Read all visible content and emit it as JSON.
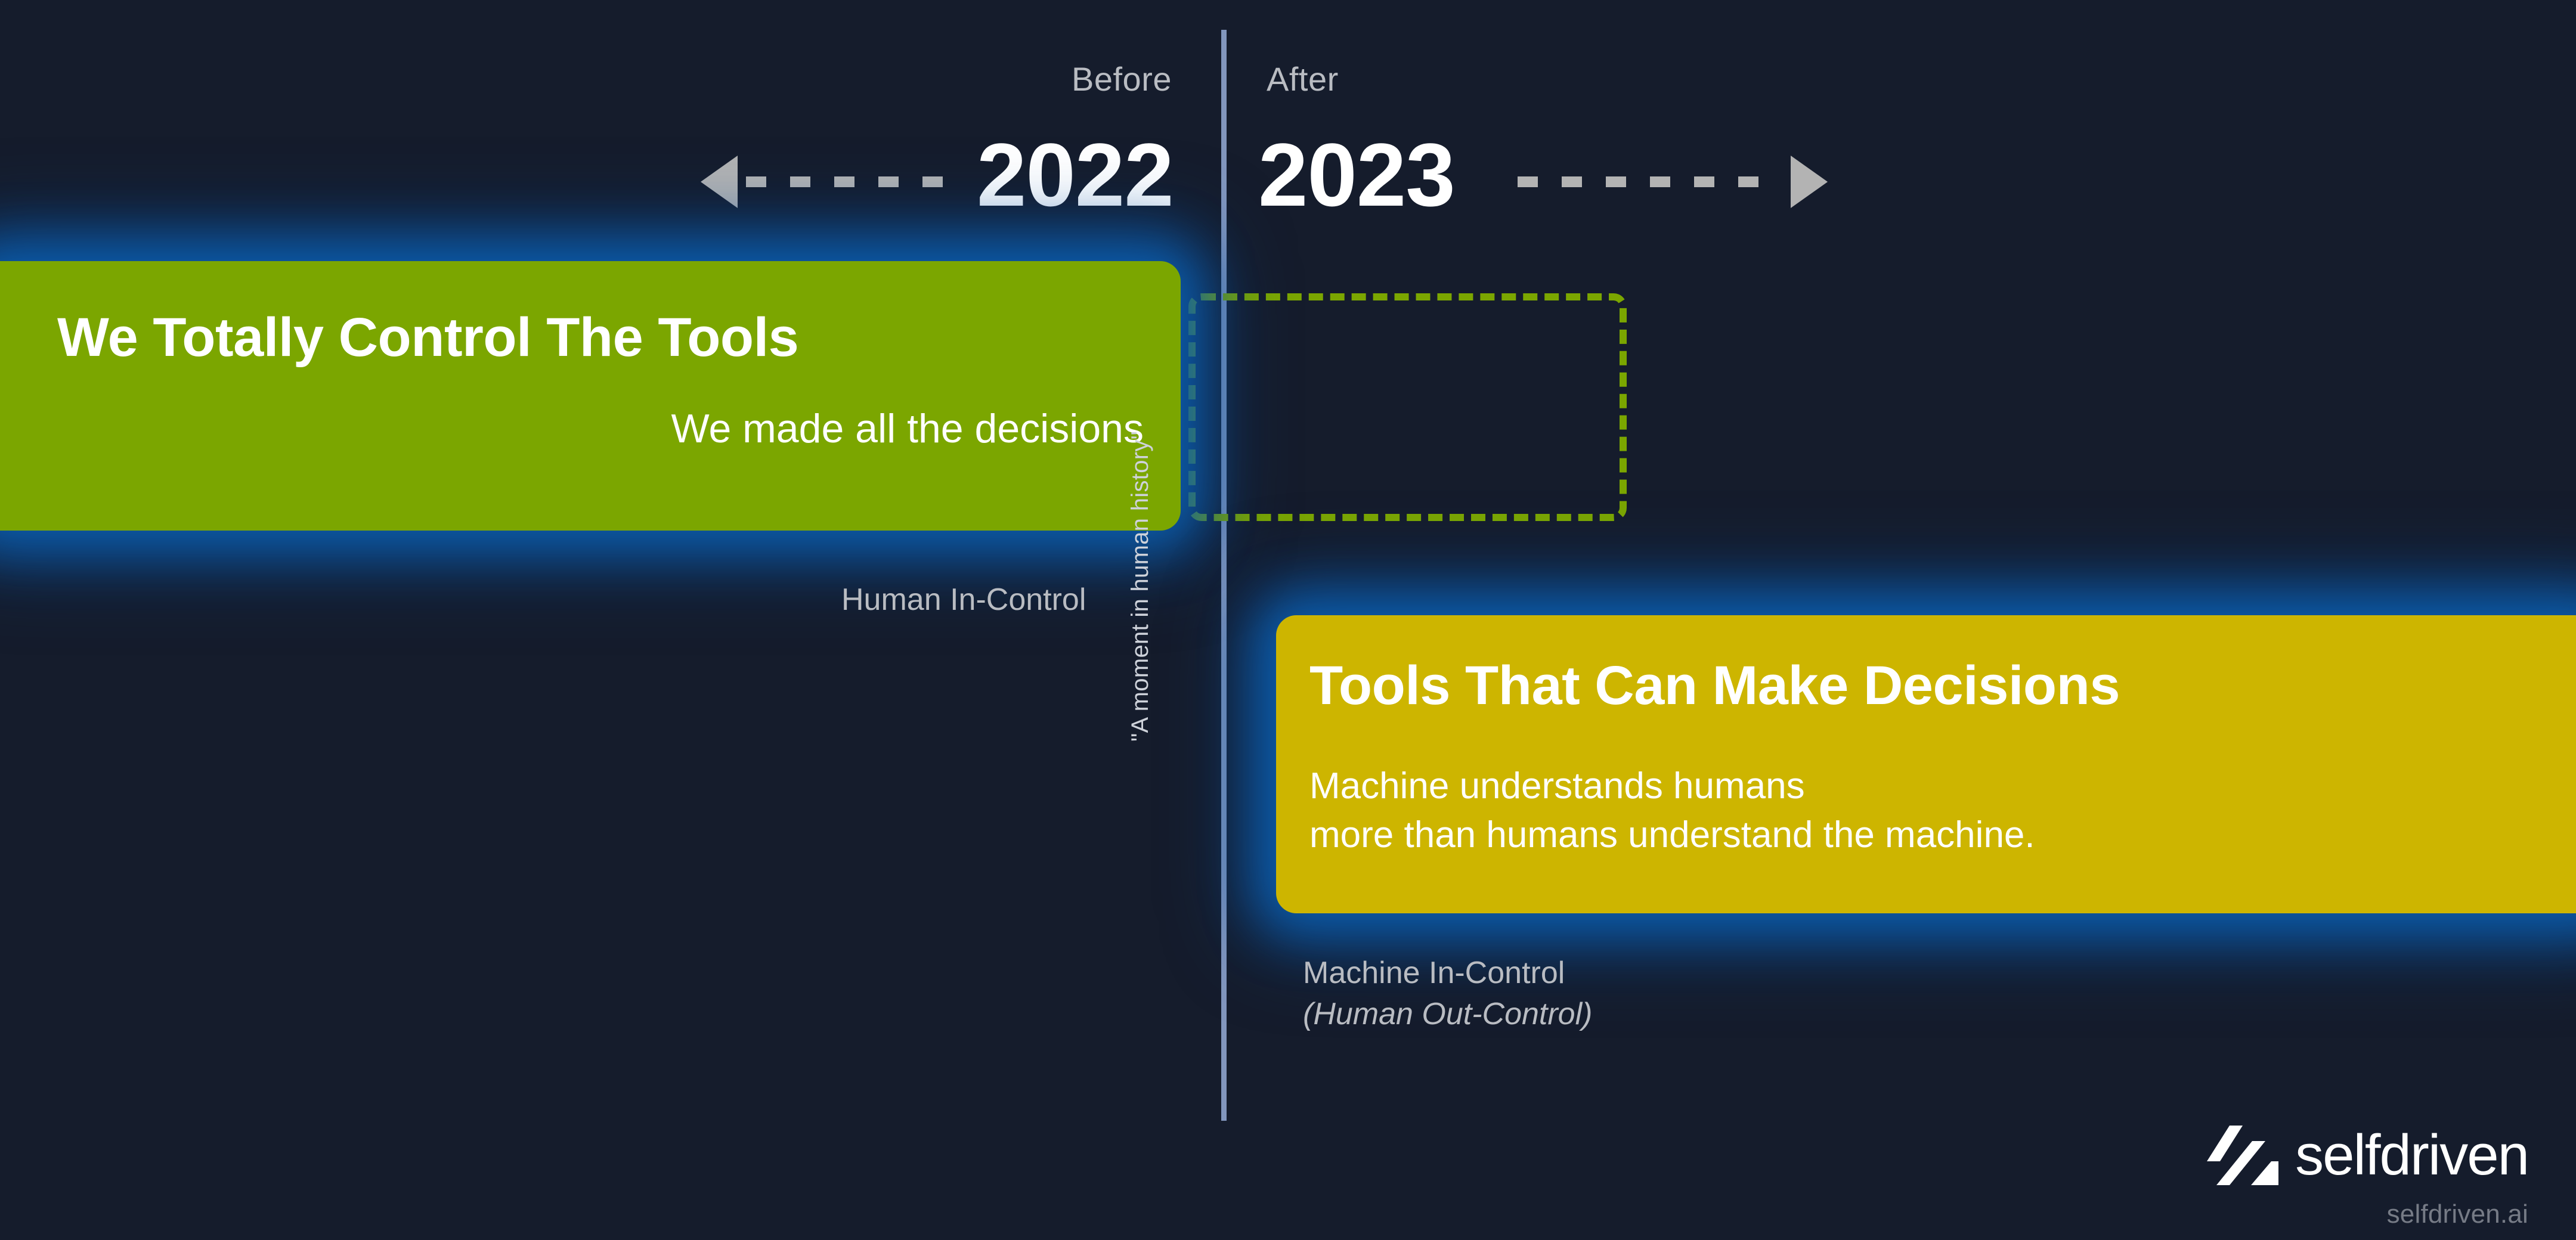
{
  "background_color": "#151c2c",
  "accent_colors": {
    "green": "#7ba600",
    "yellow": "#cdb500",
    "glow_blue": "#0c5fb0",
    "divider": "#8296bd",
    "arrow_gray": "#b3b3b3",
    "muted_text": "#b9bcc2"
  },
  "timeline": {
    "before_label": "Before",
    "after_label": "After",
    "before_year": "2022",
    "after_year": "2023",
    "moment_note": "\"A moment in human history\""
  },
  "before_card": {
    "headline": "We Totally Control The Tools",
    "subline": "We made all the decisions",
    "caption": "Human In-Control"
  },
  "after_card": {
    "headline": "Tools That Can Make Decisions",
    "subline_line1": "Machine understands humans",
    "subline_line2": "more than humans understand the machine.",
    "caption_line1": "Machine In-Control",
    "caption_line2": "(Human Out-Control)"
  },
  "brand": {
    "name": "selfdriven",
    "url": "selfdriven.ai"
  }
}
